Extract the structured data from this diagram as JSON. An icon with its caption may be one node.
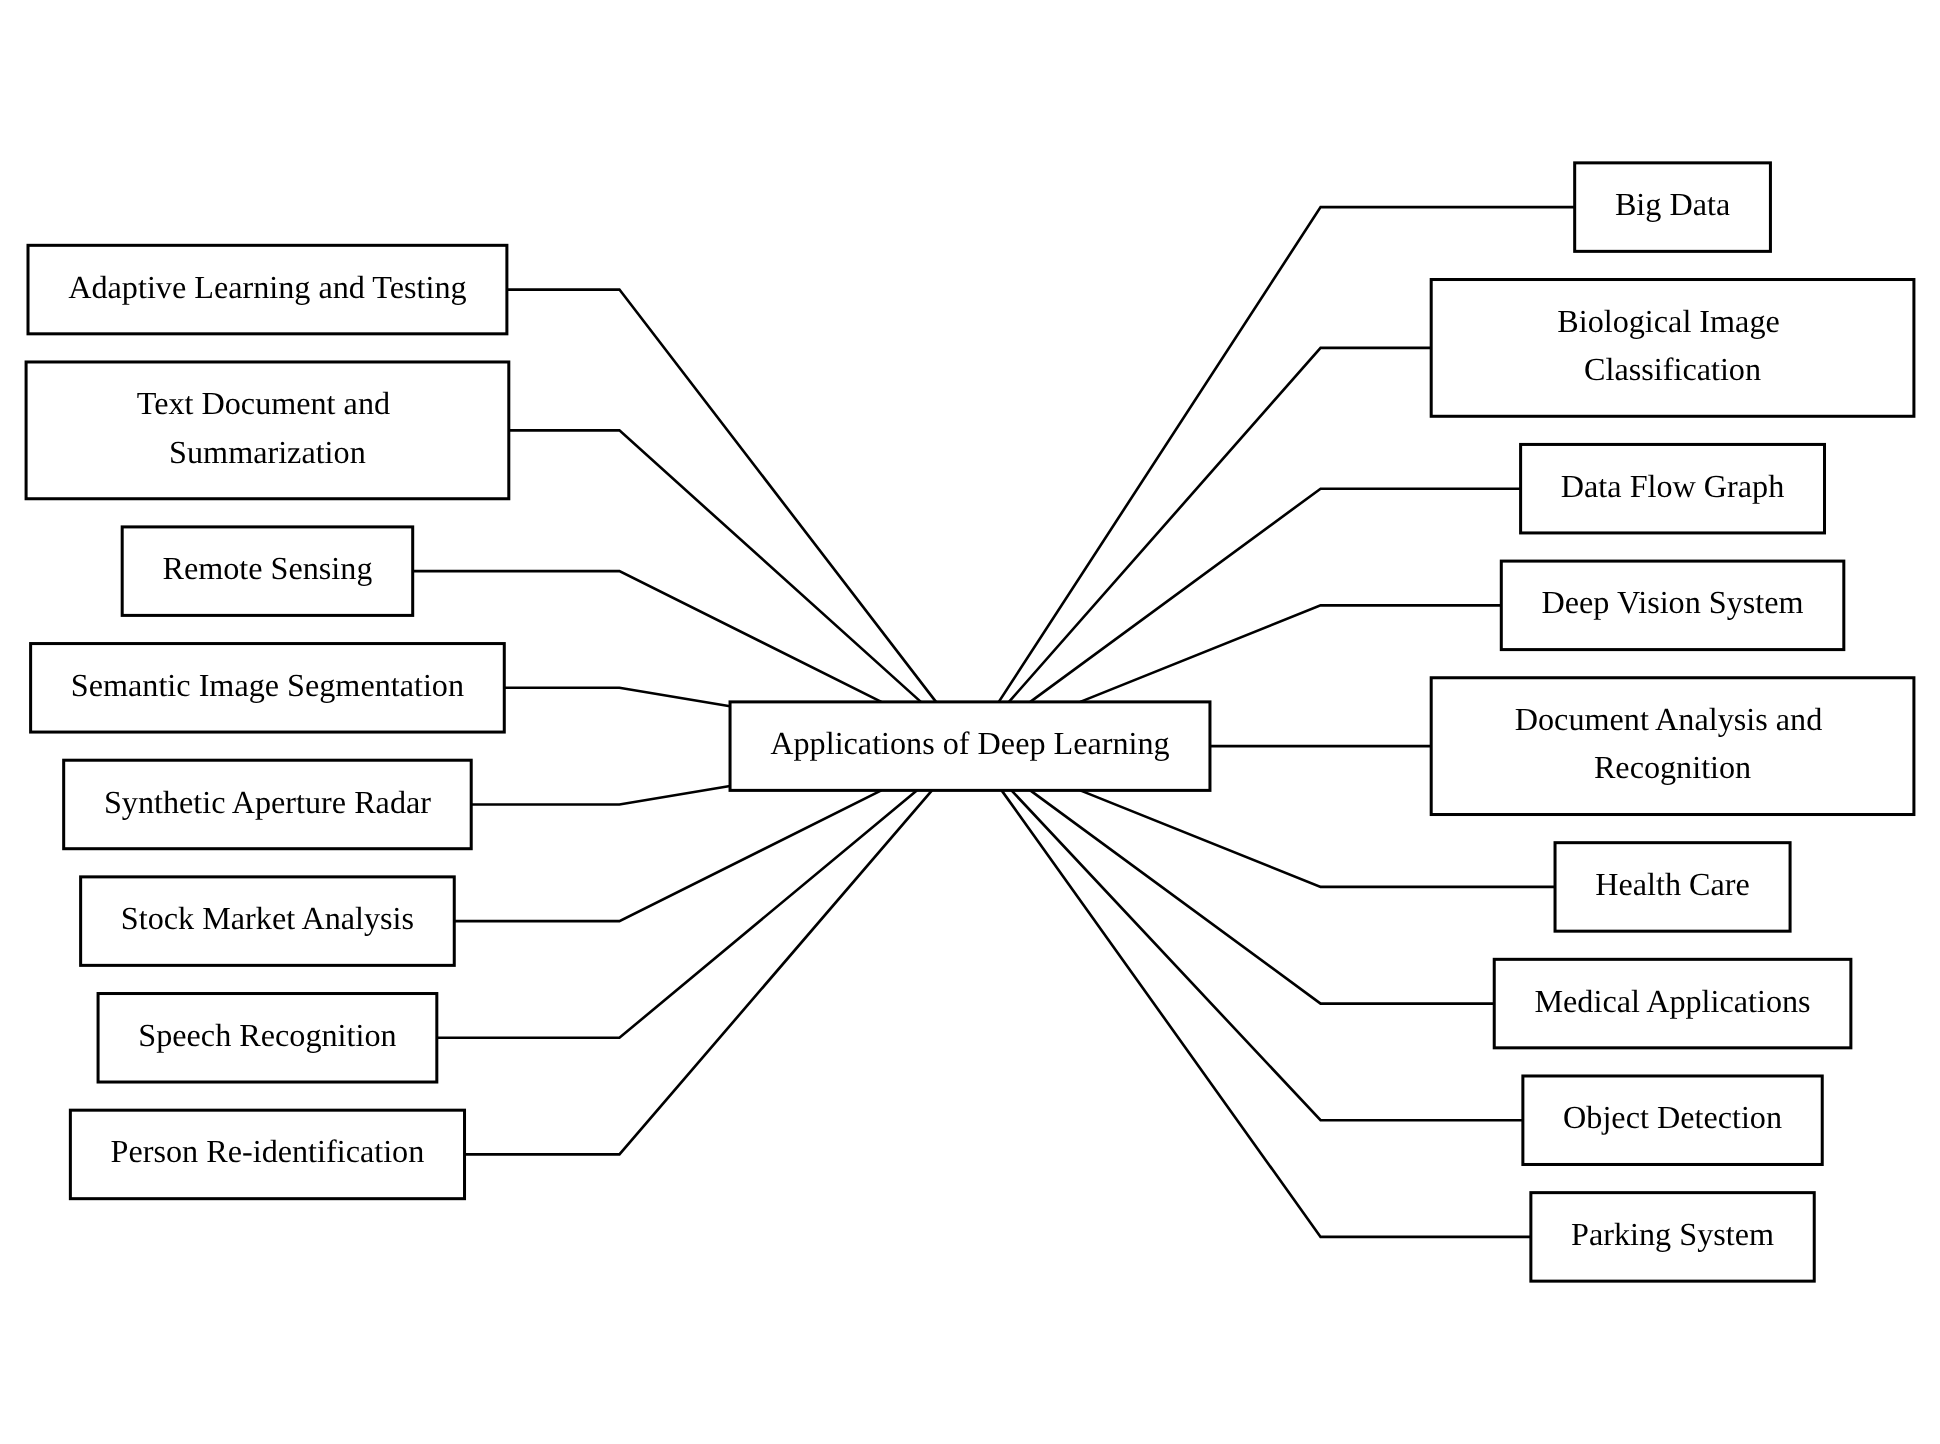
{
  "diagram": {
    "nodes": [
      {
        "text": [
          "Big Data"
        ]
      },
      {
        "text": [
          "Adaptive Learning and Testing"
        ]
      },
      {
        "text": [
          "Biological Image Classification"
        ]
      },
      {
        "text": [
          "Text Document and Summarization"
        ]
      },
      {
        "text": [
          "Data Flow Graph"
        ]
      },
      {
        "text": [
          "Applications of Deep Learning"
        ]
      },
      {
        "text": [
          "Deep Vision System"
        ]
      },
      {
        "text": [
          "Remote Sensing"
        ]
      },
      {
        "text": [
          "Document Analysis and Recognition"
        ]
      },
      {
        "text": [
          "Semantic Image Segmentation"
        ]
      },
      {
        "text": [
          "Health Care"
        ]
      },
      {
        "text": [
          "Synthetic Aperture Radar"
        ]
      },
      {
        "text": [
          "Medical Applications"
        ]
      },
      {
        "text": [
          "Stock Market Analysis"
        ]
      },
      {
        "text": [
          "Object Detection"
        ]
      },
      {
        "text": [
          "Speech Recognition"
        ]
      },
      {
        "text": [
          "Parking System"
        ]
      },
      {
        "text": [
          "Person Re-identification"
        ]
      }
    ],
    "edges": [
      {
        "from": 1,
        "to": 5,
        "arrow": "none"
      },
      {
        "from": 3,
        "to": 5,
        "arrow": "none"
      },
      {
        "from": 7,
        "to": 5,
        "arrow": "none"
      },
      {
        "from": 9,
        "to": 5,
        "arrow": "none"
      },
      {
        "from": 11,
        "to": 5,
        "arrow": "none"
      },
      {
        "from": 13,
        "to": 5,
        "arrow": "none"
      },
      {
        "from": 15,
        "to": 5,
        "arrow": "none"
      },
      {
        "from": 17,
        "to": 5,
        "arrow": "none"
      },
      {
        "from": 5,
        "to": 0,
        "arrow": "none"
      },
      {
        "from": 5,
        "to": 2,
        "arrow": "none"
      },
      {
        "from": 5,
        "to": 4,
        "arrow": "none"
      },
      {
        "from": 5,
        "to": 6,
        "arrow": "none"
      },
      {
        "from": 5,
        "to": 8,
        "arrow": "none"
      },
      {
        "from": 5,
        "to": 10,
        "arrow": "none"
      },
      {
        "from": 5,
        "to": 12,
        "arrow": "none"
      },
      {
        "from": 5,
        "to": 14,
        "arrow": "none"
      },
      {
        "from": 5,
        "to": 16,
        "arrow": "none"
      }
    ]
  }
}
